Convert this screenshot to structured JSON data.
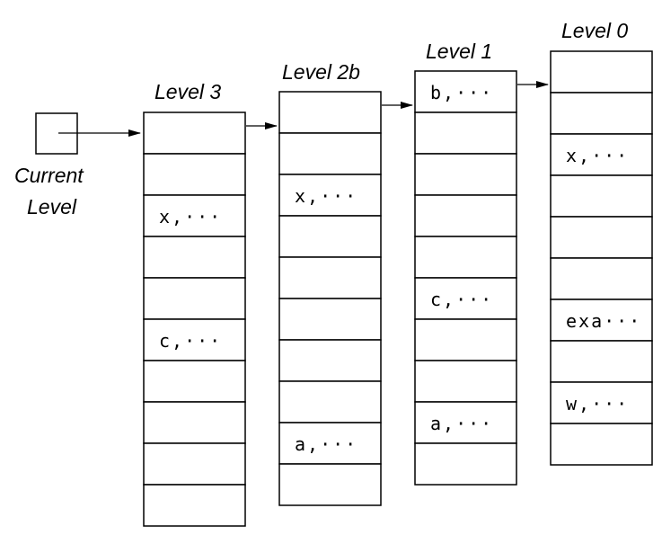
{
  "current_level": {
    "label_line1": "Current",
    "label_line2": "Level"
  },
  "stacks": [
    {
      "title": "Level 3",
      "cells": [
        "",
        "",
        "x,···",
        "",
        "",
        "c,···",
        "",
        "",
        "",
        ""
      ]
    },
    {
      "title": "Level 2b",
      "cells": [
        "",
        "",
        "x,···",
        "",
        "",
        "",
        "",
        "",
        "a,···",
        ""
      ]
    },
    {
      "title": "Level 1",
      "cells": [
        "b,···",
        "",
        "",
        "",
        "",
        "c,···",
        "",
        "",
        "a,···",
        ""
      ]
    },
    {
      "title": "Level 0",
      "cells": [
        "",
        "",
        "x,···",
        "",
        "",
        "",
        "exa···",
        "",
        "w,···",
        ""
      ]
    }
  ]
}
